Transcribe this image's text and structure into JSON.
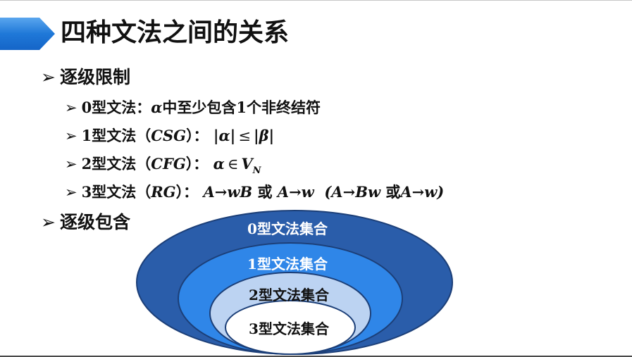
{
  "title": "四种文法之间的关系",
  "bullets": {
    "restriction": {
      "label": "逐级限制",
      "items": [
        {
          "prefix": "0型文法：",
          "math": "α",
          "suffix": "中至少包含1个非终结符"
        },
        {
          "prefix": "1型文法（",
          "abbr": "CSG",
          "mid": "）： ",
          "rel_left": "|α|",
          "rel_op": "≤",
          "rel_right": "|β|"
        },
        {
          "prefix": "2型文法（",
          "abbr": "CFG",
          "mid": "）： ",
          "lhs": "α",
          "op": "∈",
          "rhs": "V",
          "rhs_sub": "N"
        },
        {
          "prefix": "3型文法（",
          "abbr": "RG",
          "mid": "）： ",
          "right_linear": "A→wB",
          "or1": "或",
          "alt1": "A→w",
          "left_form": "(A→Bw",
          "or2": "或",
          "alt2": "A→w)"
        }
      ]
    },
    "inclusion": {
      "label": "逐级包含"
    }
  },
  "sets": [
    {
      "label": "0型文法集合",
      "color": "#2a5daa"
    },
    {
      "label": "1型文法集合",
      "color": "#2f86e8"
    },
    {
      "label": "2型文法集合",
      "color": "#bcd3f2"
    },
    {
      "label": "3型文法集合",
      "color": "#ffffff"
    }
  ],
  "colors": {
    "title_arrow": "#1f78d8",
    "title_arrow_light": "#6fb2f0"
  }
}
